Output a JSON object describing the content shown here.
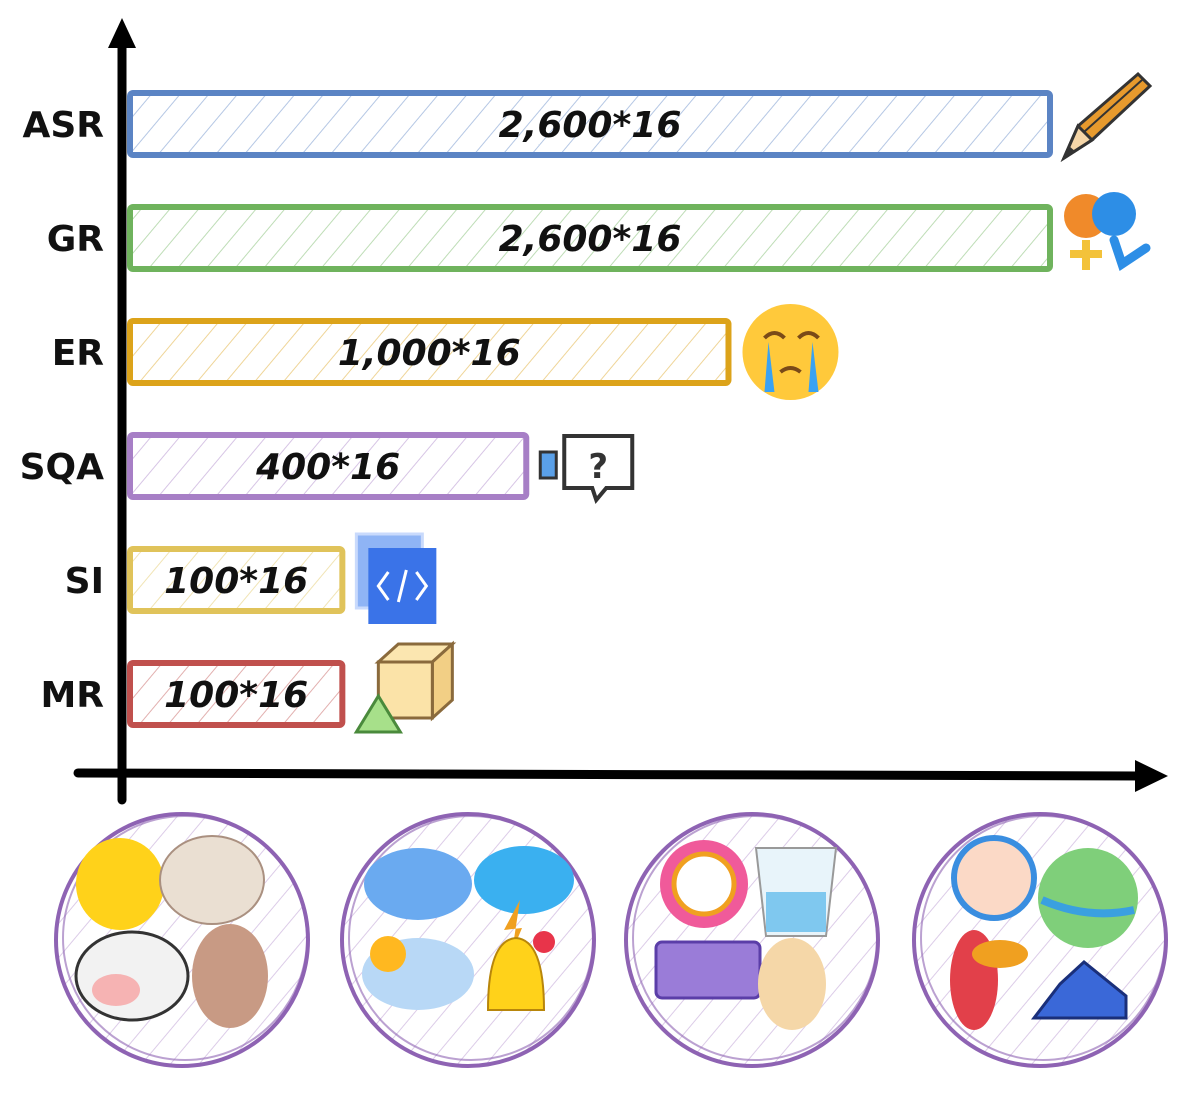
{
  "chart_data": {
    "type": "bar",
    "orientation": "horizontal",
    "categories": [
      "ASR",
      "GR",
      "ER",
      "SQA",
      "SI",
      "MR"
    ],
    "values": [
      41600,
      41600,
      16000,
      6400,
      1600,
      1600
    ],
    "data_labels": [
      "2,600*16",
      "2,600*16",
      "1,000*16",
      "400*16",
      "100*16",
      "100*16"
    ],
    "colors": [
      "#5b84c4",
      "#6fb35d",
      "#dca31a",
      "#a77fc6",
      "#e0c35a",
      "#c0504d"
    ],
    "icons": [
      "pencil-icon",
      "gender-icon",
      "crying-face-icon",
      "question-chat-icon",
      "code-icon",
      "cube-cone-icon"
    ],
    "title": "",
    "xlabel": "",
    "ylabel": "",
    "legend": "none"
  },
  "bottom_icons": [
    "animal-sounds-icon",
    "weather-sounds-icon",
    "daily-sounds-icon",
    "human-nature-sounds-icon"
  ]
}
